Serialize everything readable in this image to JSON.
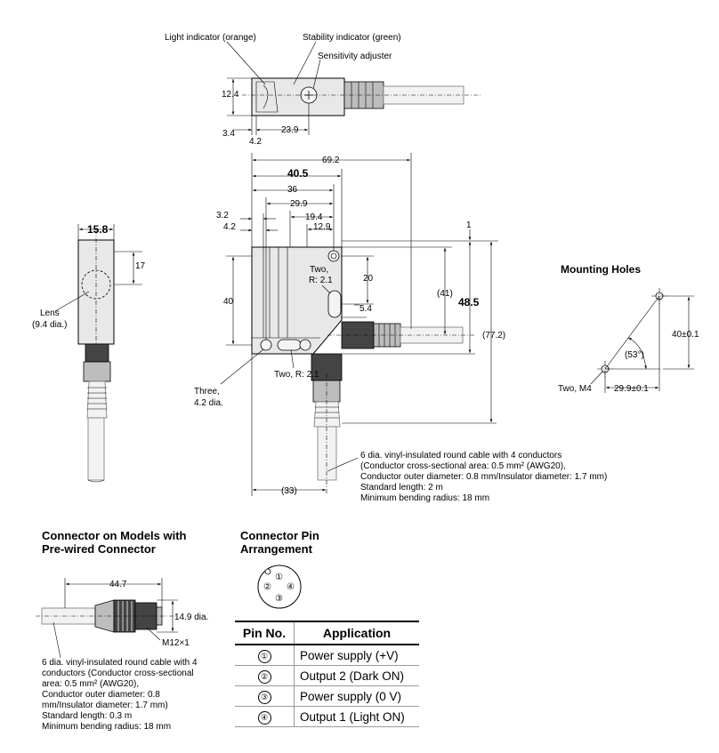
{
  "top_view": {
    "light_indicator": "Light indicator (orange)",
    "stability_indicator": "Stability indicator (green)",
    "sensitivity_adjuster": "Sensitivity adjuster",
    "dim_12_4": "12.4",
    "dim_3_4": "3.4",
    "dim_4_2": "4.2",
    "dim_23_9": "23.9"
  },
  "front_view": {
    "dim_69_2": "69.2",
    "dim_40_5": "40.5",
    "dim_36": "36",
    "dim_29_9": "29.9",
    "dim_19_4": "19.4",
    "dim_12_9": "12.9",
    "dim_3_2": "3.2",
    "dim_4_2": "4.2",
    "dim_1": "1",
    "dim_20": "20",
    "dim_40": "40",
    "dim_41": "(41)",
    "dim_48_5": "48.5",
    "dim_77_2": "(77.2)",
    "dim_5_4": "5.4",
    "dim_33": "(33)",
    "two_r_upper_1": "Two,",
    "two_r_upper_2": "R: 2.1",
    "two_r_lower": "Two, R: 2.1",
    "three_1": "Three,",
    "three_2": "4.2 dia.",
    "cable_note": [
      "6 dia. vinyl-insulated round cable with 4 conductors",
      "(Conductor cross-sectional area: 0.5 mm² (AWG20),",
      "Conductor outer diameter: 0.8 mm/Insulator diameter: 1.7 mm)",
      "Standard length: 2 m",
      "Minimum bending radius: 18 mm"
    ]
  },
  "side_view": {
    "dim_15_8": "15.8",
    "dim_17": "17",
    "lens_1": "Lens",
    "lens_2": "(9.4 dia.)"
  },
  "mounting": {
    "title": "Mounting Holes",
    "dim_40": "40±0.1",
    "angle": "(53°)",
    "two_m4": "Two, M4",
    "dim_29_9": "29.9±0.1"
  },
  "connector": {
    "title_1": "Connector on Models with",
    "title_2": "Pre-wired Connector",
    "dim_44_7": "44.7",
    "dim_14_9": "14.9 dia.",
    "thread": "M12×1",
    "note": [
      "6 dia. vinyl-insulated round cable with 4",
      "conductors (Conductor cross-sectional",
      "area: 0.5 mm² (AWG20),",
      "Conductor outer diameter: 0.8",
      "mm/Insulator diameter: 1.7 mm)",
      "Standard length: 0.3 m",
      "Minimum bending radius: 18 mm"
    ]
  },
  "pin_arrangement": {
    "title_1": "Connector Pin",
    "title_2": "Arrangement",
    "pins": [
      "①",
      "②",
      "③",
      "④"
    ]
  },
  "pin_table": {
    "headers": [
      "Pin No.",
      "Application"
    ],
    "rows": [
      {
        "pin": "①",
        "application": "Power supply (+V)"
      },
      {
        "pin": "②",
        "application": "Output 2 (Dark ON)"
      },
      {
        "pin": "③",
        "application": "Power supply (0 V)"
      },
      {
        "pin": "④",
        "application": "Output 1 (Light ON)"
      }
    ]
  }
}
